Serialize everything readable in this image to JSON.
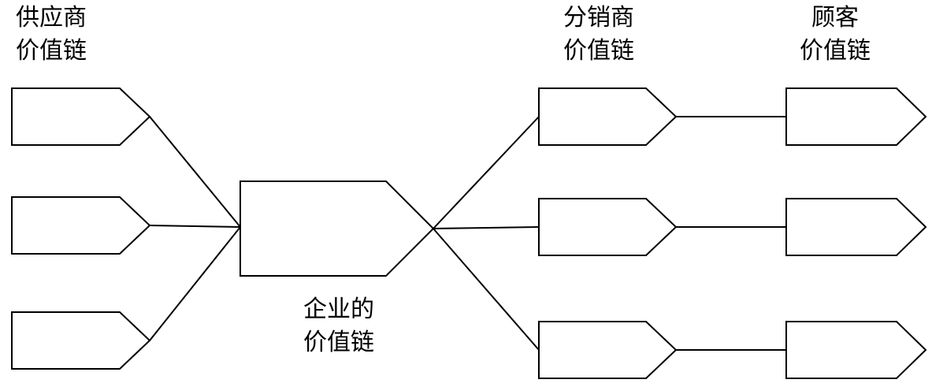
{
  "labels": {
    "suppliers": {
      "line1": "供应商",
      "line2": "价值链"
    },
    "enterprise": {
      "line1": "企业的",
      "line2": "价值链"
    },
    "distributors": {
      "line1": "分销商",
      "line2": "价值链"
    },
    "customers": {
      "line1": "顾客",
      "line2": "价值链"
    }
  },
  "colors": {
    "stroke": "#000000",
    "fill": "#ffffff"
  }
}
